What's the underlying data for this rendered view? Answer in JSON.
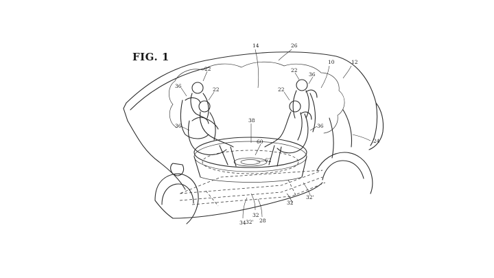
{
  "figure": {
    "title": "FIG. 1"
  },
  "reference_numerals": [
    {
      "id": "14",
      "label": "14"
    },
    {
      "id": "26",
      "label": "26"
    },
    {
      "id": "10",
      "label": "10"
    },
    {
      "id": "12",
      "label": "12"
    },
    {
      "id": "22a",
      "label": "22"
    },
    {
      "id": "22b",
      "label": "22"
    },
    {
      "id": "22c",
      "label": "22"
    },
    {
      "id": "22d",
      "label": "22"
    },
    {
      "id": "36a",
      "label": "36"
    },
    {
      "id": "36b",
      "label": "36"
    },
    {
      "id": "36c",
      "label": "36"
    },
    {
      "id": "36d",
      "label": "36"
    },
    {
      "id": "38",
      "label": "38"
    },
    {
      "id": "60",
      "label": "60"
    },
    {
      "id": "62",
      "label": "62"
    },
    {
      "id": "24",
      "label": "24"
    },
    {
      "id": "32a",
      "label": "32"
    },
    {
      "id": "32b",
      "label": "32"
    },
    {
      "id": "32c",
      "label": "32'"
    },
    {
      "id": "32d",
      "label": "32'"
    },
    {
      "id": "28",
      "label": "28"
    },
    {
      "id": "34",
      "label": "34"
    }
  ]
}
